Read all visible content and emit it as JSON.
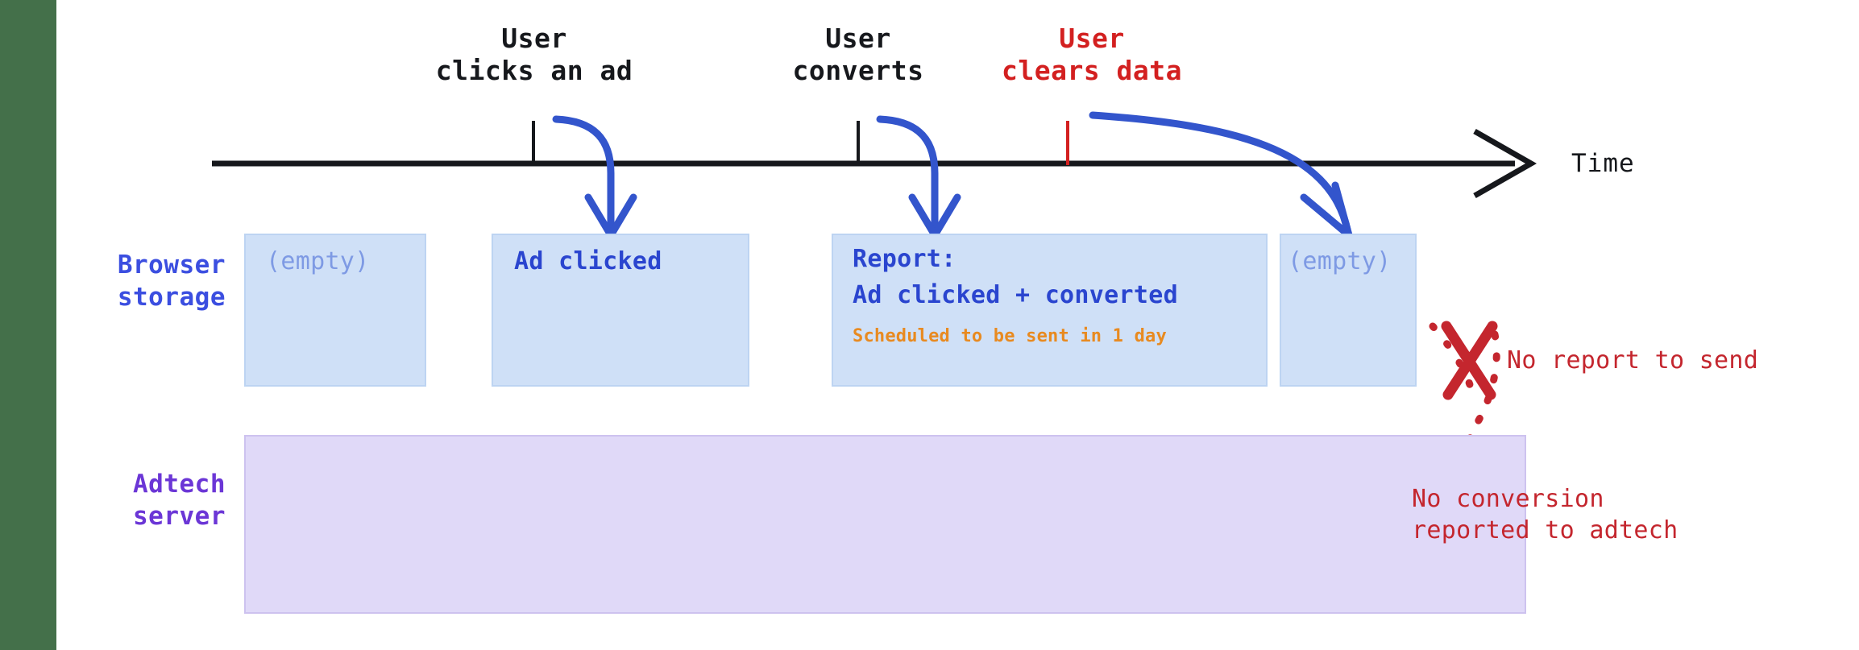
{
  "figure": {
    "title_axis": "Time",
    "colors": {
      "background": "#ffffff",
      "side_band": "#44704a",
      "timeline": "#16181c",
      "arrow_blue": "#3355cc",
      "event_red": "#d32020",
      "browser_label": "#3b4ee0",
      "adtech_label": "#6b36d6",
      "storage_fill": "#cfe0f7",
      "storage_border": "#bdd4f2",
      "server_fill": "#e0d9f8",
      "server_border": "#cdc2ef",
      "note_orange": "#e88a20",
      "annotation_red": "#c4262e",
      "empty_text": "#7e9ae4",
      "filled_text": "#2a45cf"
    }
  },
  "timeline": {
    "axis_label": "Time",
    "events": [
      {
        "id": "click",
        "line1": "User",
        "line2": "clicks an ad",
        "color": "black"
      },
      {
        "id": "convert",
        "line1": "User",
        "line2": "converts",
        "color": "black"
      },
      {
        "id": "clear",
        "line1": "User",
        "line2": "clears data",
        "color": "red"
      }
    ]
  },
  "rows": {
    "browser": {
      "label_line1": "Browser",
      "label_line2": "storage"
    },
    "adtech": {
      "label_line1": "Adtech",
      "label_line2": "server"
    }
  },
  "storage_states": [
    {
      "id": "state-initial",
      "text": "(empty)",
      "style": "empty"
    },
    {
      "id": "state-clicked",
      "text": "Ad clicked",
      "style": "filled"
    },
    {
      "id": "state-report",
      "line1": "Report:",
      "line2": "Ad clicked + converted",
      "note": "Scheduled to be sent in 1 day",
      "style": "filled"
    },
    {
      "id": "state-cleared",
      "text": "(empty)",
      "style": "empty"
    }
  ],
  "annotations": {
    "no_report": "No report to send",
    "no_conversion_line1": "No conversion",
    "no_conversion_line2": "reported to adtech"
  }
}
